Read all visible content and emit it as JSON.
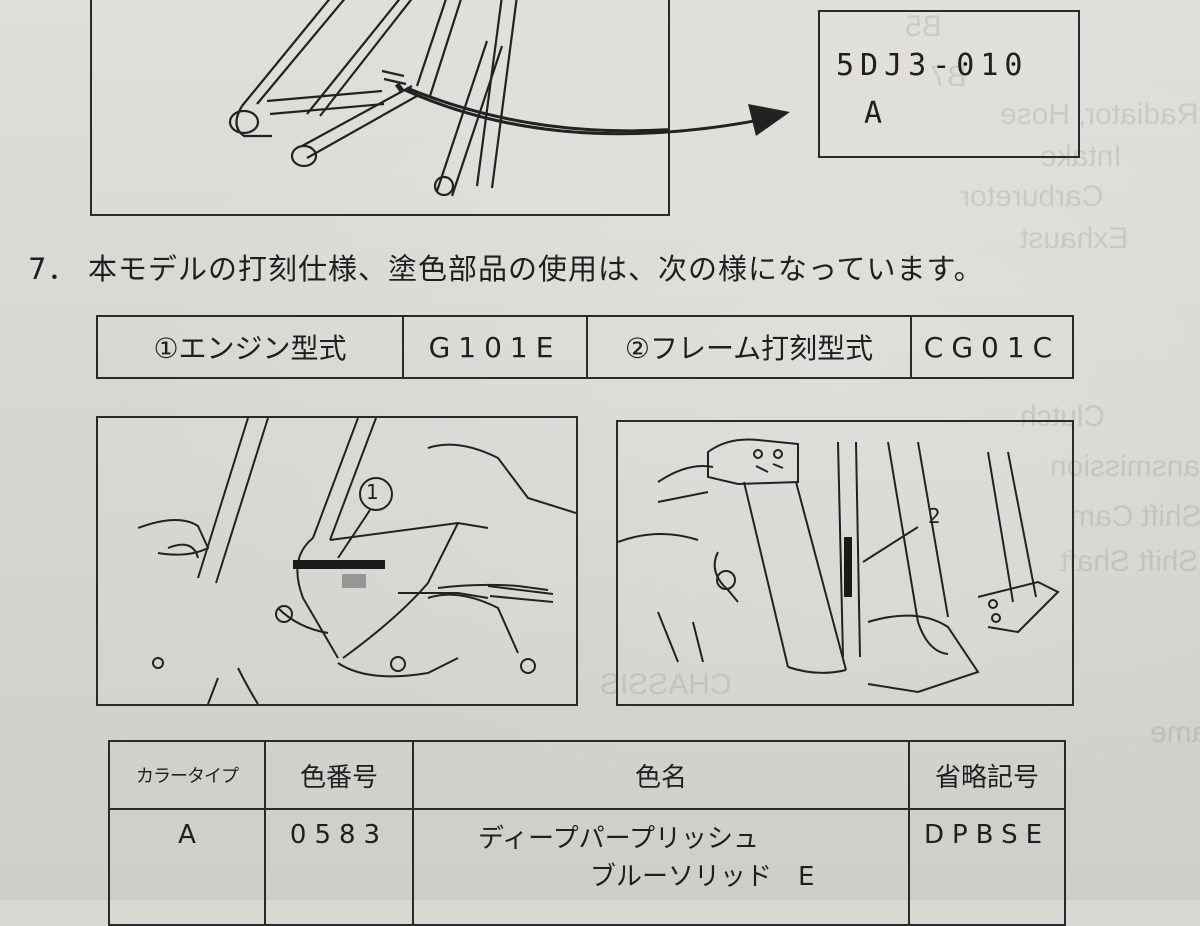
{
  "stamp": {
    "code": "5DJ3-010",
    "suffix": "A"
  },
  "item": {
    "number": "7．",
    "text": "本モデルの打刻仕様、塗色部品の使用は、次の様になっています。"
  },
  "type_table": {
    "engine_label": "①エンジン型式",
    "engine_value": "G101E",
    "frame_label": "②フレーム打刻型式",
    "frame_value": "CG01C"
  },
  "callouts": {
    "one": "1",
    "two": "2"
  },
  "color_table": {
    "headers": [
      "カラータイプ",
      "色番号",
      "色名",
      "省略記号"
    ],
    "rows": [
      {
        "type": "A",
        "number": "0583",
        "name_line1": "ディープパープリッシュ",
        "name_line2": "ブルーソリッド　E",
        "abbr": "DPBSE"
      }
    ]
  }
}
